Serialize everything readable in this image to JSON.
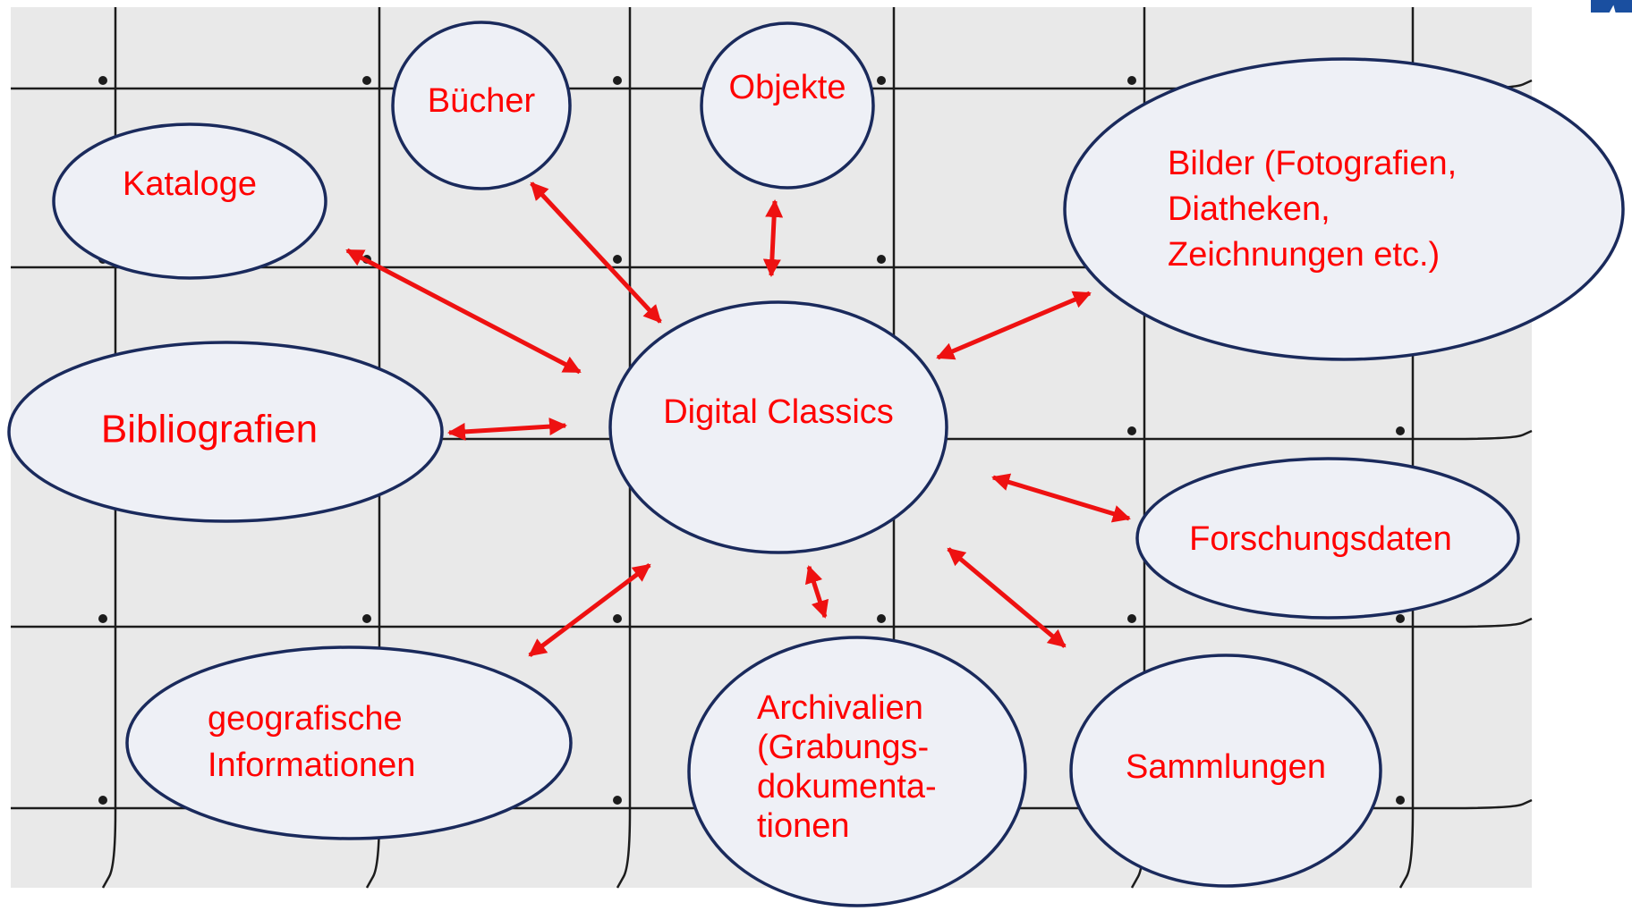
{
  "diagram": {
    "center": {
      "label_lines": [
        "Digital Classics"
      ]
    },
    "nodes": [
      {
        "id": "kataloge",
        "label_lines": [
          "Kataloge"
        ]
      },
      {
        "id": "buecher",
        "label_lines": [
          "Bücher"
        ]
      },
      {
        "id": "objekte",
        "label_lines": [
          "Objekte"
        ]
      },
      {
        "id": "bilder",
        "label_lines": [
          "Bilder (Fotografien,",
          "Diatheken,",
          "Zeichnungen etc.)"
        ]
      },
      {
        "id": "bibliografien",
        "label_lines": [
          "Bibliografien"
        ]
      },
      {
        "id": "forschungsdaten",
        "label_lines": [
          "Forschungsdaten"
        ]
      },
      {
        "id": "geografische-informationen",
        "label_lines": [
          "geografische",
          "Informationen"
        ]
      },
      {
        "id": "archivalien",
        "label_lines": [
          "Archivalien",
          "(Grabungs-",
          "dokumenta-",
          "tionen"
        ]
      },
      {
        "id": "sammlungen",
        "label_lines": [
          "Sammlungen"
        ]
      }
    ],
    "colors": {
      "node_fill": "#eef0f6",
      "node_border": "#1a2a5c",
      "label_text": "#ff0000",
      "arrow": "#ee1111",
      "net_background": "#e9e9e9",
      "net_strings": "#1c1c1c",
      "logo": "#1a4fa0"
    },
    "background": {
      "texture_name": "net-mesh-pattern"
    },
    "logo": {
      "icon": "logo-icon"
    }
  }
}
